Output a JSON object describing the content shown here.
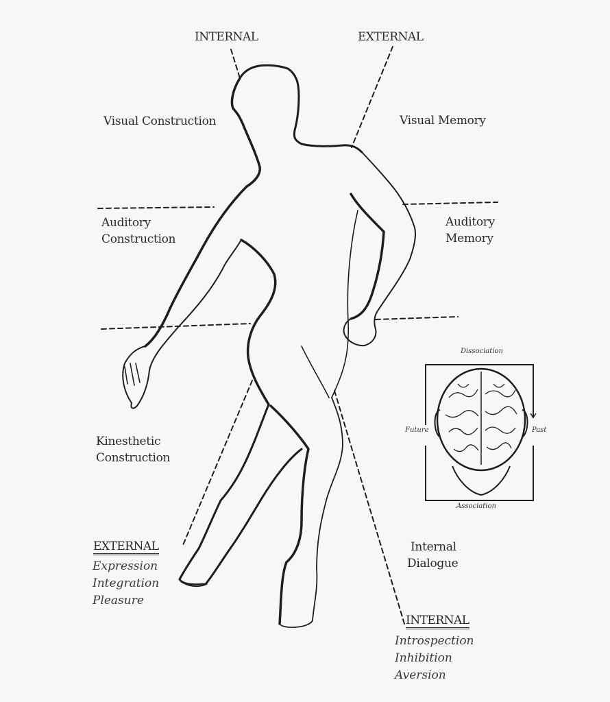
{
  "top_labels": {
    "internal": "INTERNAL",
    "external": "EXTERNAL"
  },
  "left_labels": {
    "visual_construction": "Visual Construction",
    "auditory_construction": [
      "Auditory",
      "Construction"
    ],
    "kinesthetic_construction": [
      "Kinesthetic",
      "Construction"
    ]
  },
  "right_labels": {
    "visual_memory": "Visual Memory",
    "auditory_memory": [
      "Auditory",
      "Memory"
    ],
    "internal_dialogue": [
      "Internal",
      "Dialogue"
    ]
  },
  "bottom_left": {
    "heading": "EXTERNAL",
    "items": [
      "Expression",
      "Integration",
      "Pleasure"
    ]
  },
  "bottom_right": {
    "heading": "INTERNAL",
    "items": [
      "Introspection",
      "Inhibition",
      "Aversion"
    ]
  },
  "brain_inset": {
    "top": "Dissociation",
    "bottom": "Association",
    "left": "Future",
    "right": "Past"
  },
  "colors": {
    "background": "#f6f7f6",
    "ink": "#1e1e1e"
  }
}
